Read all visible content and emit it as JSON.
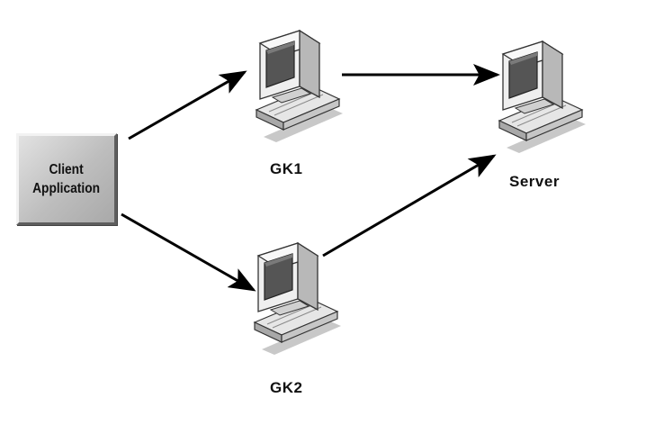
{
  "client": {
    "label": "Client\nApplication"
  },
  "nodes": {
    "gk1": "GK1",
    "gk2": "GK2",
    "server": "Server"
  },
  "connections": [
    {
      "from": "client",
      "to": "gk1"
    },
    {
      "from": "client",
      "to": "gk2"
    },
    {
      "from": "gk1",
      "to": "server"
    },
    {
      "from": "gk2",
      "to": "server"
    }
  ],
  "colors": {
    "box_fill": "#bdbdbd",
    "computer_light": "#eeeeee",
    "computer_mid": "#b5b5b5",
    "screen": "#555555",
    "arrow": "#000000"
  },
  "icons": {
    "gk1": "computer-icon",
    "gk2": "computer-icon",
    "server": "computer-icon"
  }
}
